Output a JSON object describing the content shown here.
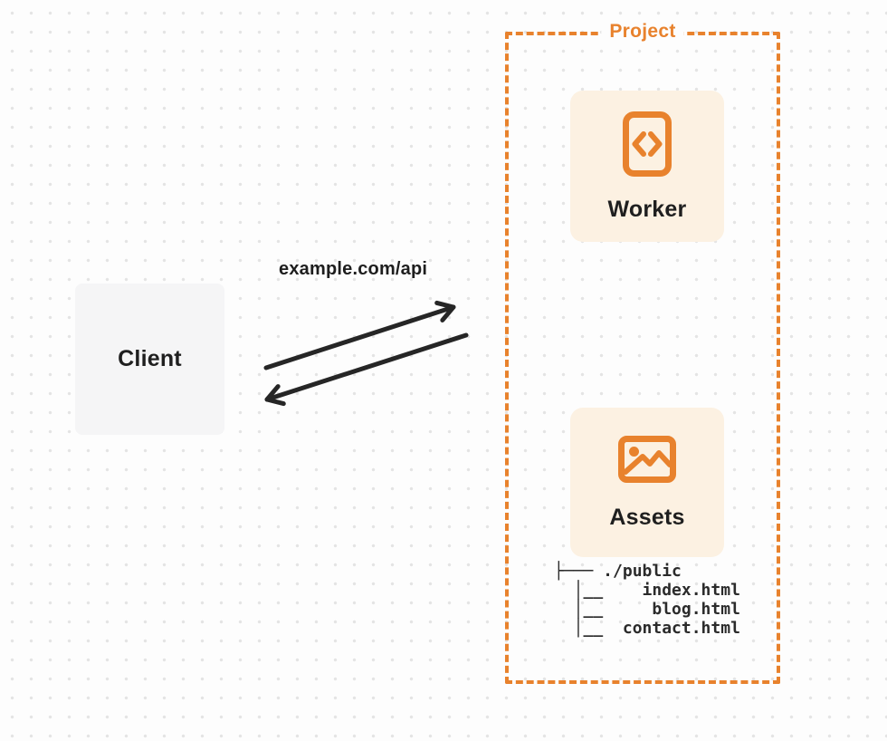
{
  "colors": {
    "orange": "#E8822D",
    "cream": "#FCF1E2",
    "graycard": "#F5F5F6",
    "ink": "#262626",
    "bg": "#FDFDFD",
    "dot": "#E4E4E4"
  },
  "diagram": {
    "client": {
      "label": "Client"
    },
    "request": {
      "label": "example.com/api"
    },
    "project": {
      "title": "Project",
      "worker": {
        "label": "Worker",
        "icon": "code-file-icon"
      },
      "assets": {
        "label": "Assets",
        "icon": "image-icon"
      },
      "file_tree": [
        "├─── ./public",
        "  │__    index.html",
        "  │__     blog.html",
        "  │__  contact.html"
      ]
    }
  }
}
